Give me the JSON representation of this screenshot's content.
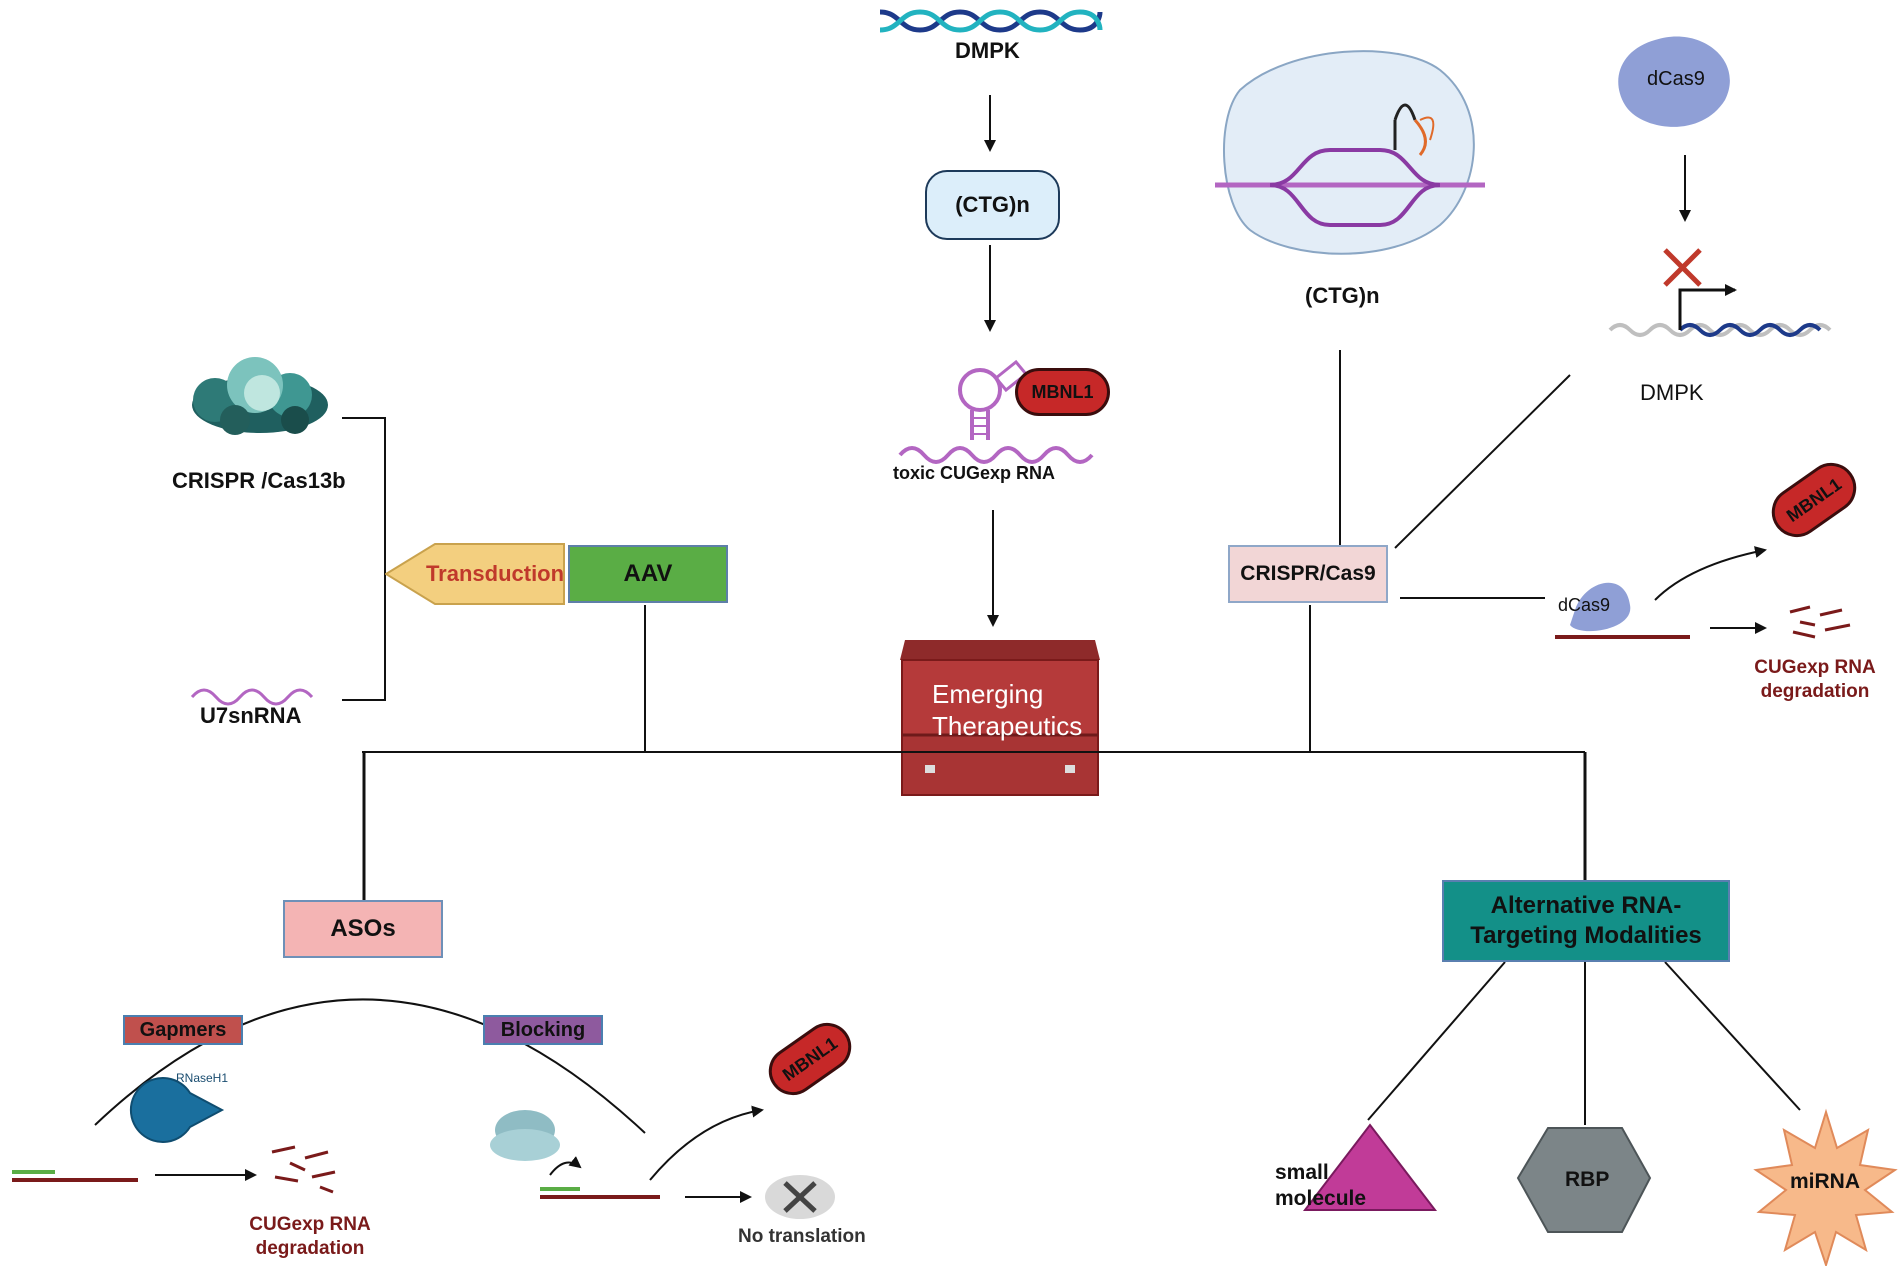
{
  "top": {
    "dmpk": "DMPK",
    "ctg": "(CTG)n",
    "toxic_rna": "toxic CUGexp RNA",
    "mbnl1": "MBNL1"
  },
  "center": {
    "title_line1": "Emerging",
    "title_line2": "Therapeutics"
  },
  "left": {
    "crispr_cas13b": "CRISPR /Cas13b",
    "u7snrna": "U7snRNA",
    "transduction": "Transduction",
    "aav": "AAV"
  },
  "aso": {
    "title": "ASOs",
    "gapmers": "Gapmers",
    "blocking": "Blocking",
    "rnaseh1": "RNaseH1",
    "degradation_line1": "CUGexp RNA",
    "degradation_line2": "degradation",
    "mbnl1": "MBNL1",
    "no_translation": "No translation"
  },
  "right": {
    "ctg": "(CTG)n",
    "dcas9_top": "dCas9",
    "dmpk": "DMPK",
    "crispr_cas9": "CRISPR/Cas9",
    "dcas9_mid": "dCas9",
    "mbnl1": "MBNL1",
    "degradation_line1": "CUGexp RNA",
    "degradation_line2": "degradation"
  },
  "alt": {
    "title_line1": "Alternative RNA-",
    "title_line2": "Targeting Modalities",
    "small_molecule_line1": "small",
    "small_molecule_line2": "molecule",
    "rbp": "RBP",
    "mirna": "miRNA"
  },
  "colors": {
    "dark_red": "#7a1a1a",
    "mbnl_red": "#c62828",
    "aav_green": "#5aad45",
    "transduction_yellow": "#f3cf7f",
    "transduction_text": "#c0392b",
    "aso_pink": "#f4b4b4",
    "gapmers_red": "#c0504d",
    "blocking_purple": "#8e5a9e",
    "alt_teal": "#139088",
    "crispr_cas9_pink": "#f2d6d6",
    "ctg_blue": "#dceefa",
    "toolbox_red": "#b53a3a",
    "small_molecule_magenta": "#c13b98",
    "rbp_gray": "#7c8588",
    "mirna_peach": "#f7b98a",
    "protein_lavender": "#8f9fd6",
    "dna_navy": "#1d3a8a",
    "dna_teal": "#22b3c0",
    "rna_purple": "#b366c2"
  }
}
